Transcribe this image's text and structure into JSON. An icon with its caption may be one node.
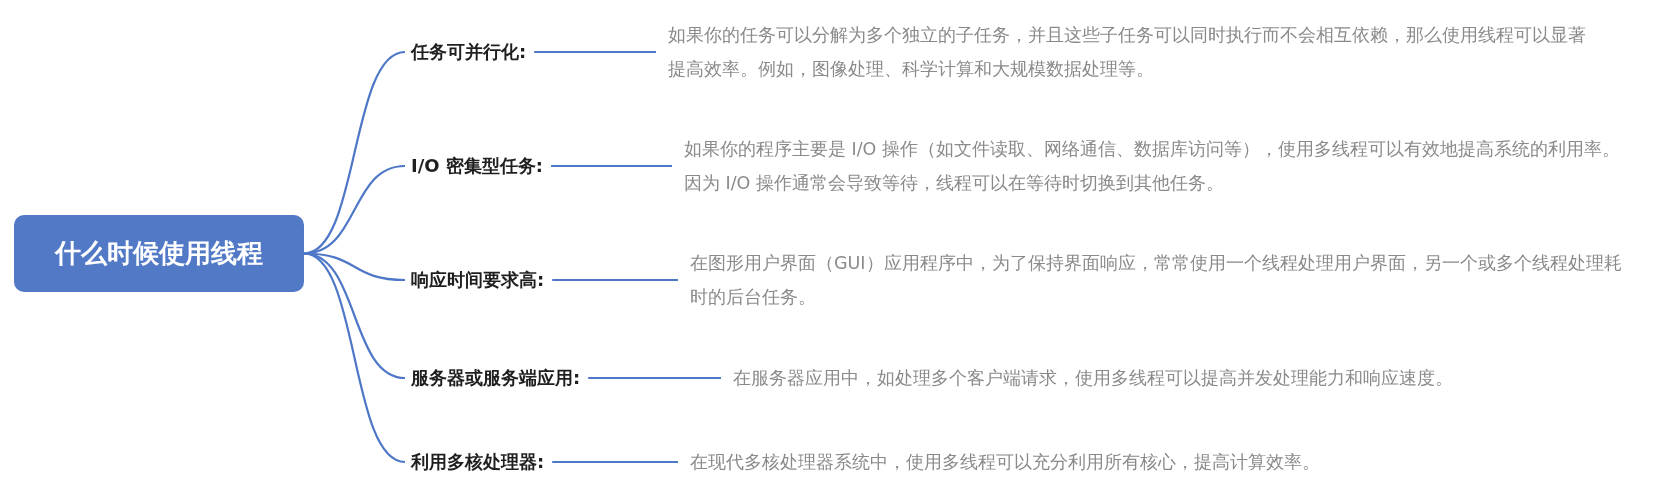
{
  "diagram": {
    "nodes": [
      {
        "text": [
          "什么时候使用线程"
        ]
      },
      {
        "text": [
          "任务可并行化:"
        ]
      },
      {
        "text": [
          "I/O 密集型任务:"
        ]
      },
      {
        "text": [
          "响应时间要求高:"
        ]
      },
      {
        "text": [
          "服务器或服务端应用:"
        ]
      },
      {
        "text": [
          "利用多核处理器:"
        ]
      },
      {
        "text": [
          "如果你的任务可以分解为多个独立的子任务，并且这些子任务可以同时执行而不会相互依赖，那么使用线程可以显著提高效率。例如，图像处理、科学计算和大规模数据处理等。"
        ]
      },
      {
        "text": [
          "如果你的程序主要是 I/O 操作（如文件读取、网络通信、数据库访问等），使用多线程可以有效地提高系统的利用率。因为 I/O 操作通常会导致等待，线程可以在等待时切换到其他任务。"
        ]
      },
      {
        "text": [
          "在图形用户界面（GUI）应用程序中，为了保持界面响应，常常使用一个线程处理用户界面，另一个或多个线程处理耗时的后台任务。"
        ]
      },
      {
        "text": [
          "在服务器应用中，如处理多个客户端请求，使用多线程可以提高并发处理能力和响应速度。"
        ]
      },
      {
        "text": [
          "在现代多核处理器系统中，使用多线程可以充分利用所有核心，提高计算效率。"
        ]
      }
    ],
    "edges": [
      {
        "from": 0,
        "to": 1,
        "arrow": "none"
      },
      {
        "from": 0,
        "to": 2,
        "arrow": "none"
      },
      {
        "from": 0,
        "to": 3,
        "arrow": "none"
      },
      {
        "from": 0,
        "to": 4,
        "arrow": "none"
      },
      {
        "from": 0,
        "to": 5,
        "arrow": "none"
      },
      {
        "from": 1,
        "to": 6,
        "arrow": "none"
      },
      {
        "from": 2,
        "to": 7,
        "arrow": "none"
      },
      {
        "from": 3,
        "to": 8,
        "arrow": "none"
      },
      {
        "from": 4,
        "to": 9,
        "arrow": "none"
      },
      {
        "from": 5,
        "to": 10,
        "arrow": "none"
      }
    ]
  }
}
